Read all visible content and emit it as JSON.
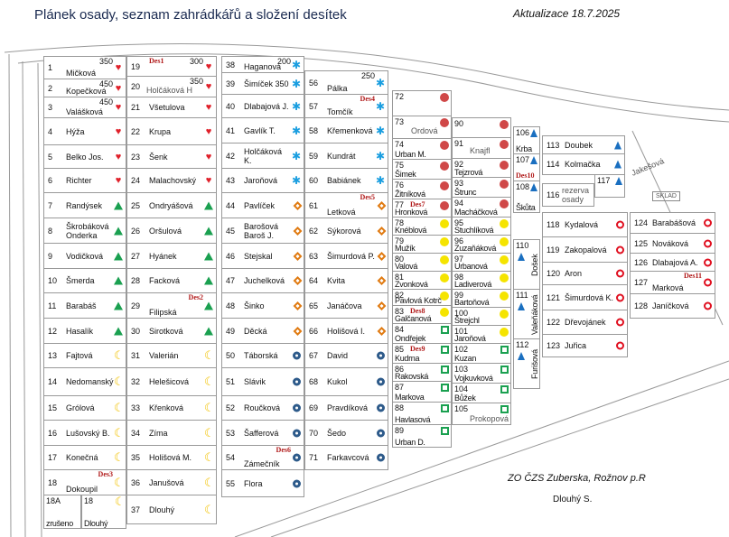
{
  "header": {
    "title": "Plánek osady, seznam zahrádkářů a složení desítek",
    "update": "Aktualizace 18.7.2025"
  },
  "footer": {
    "org": "ZO ČZS Zuberska, Rožnov p.R",
    "author": "Dlouhý S."
  },
  "icon_colors": {
    "heart": "#e0202a",
    "green-triangle": "#1aa050",
    "moon": "#f2c200",
    "asterisk": "#1a9ee0",
    "diamond": "#e07a10",
    "ring-blue": "#2d5a8a",
    "smiley": "#d04848",
    "yellow-dot": "#f5e400",
    "green-square": "#1aa050",
    "blue-triangle": "#1a6fc0",
    "red-ring": "#e01020"
  },
  "streets": [
    "Holčáková H",
    "Ordová",
    "Knajfl",
    "Prokopová",
    "Jakešová",
    "SKLAD",
    "rezerva osady"
  ],
  "columns": [
    [
      {
        "n": "1",
        "name": "Mičková",
        "extra": "350",
        "icon": "heart"
      },
      {
        "n": "2",
        "name": "Kopečková",
        "extra": "450",
        "icon": "heart"
      },
      {
        "n": "3",
        "name": "Valášková",
        "extra": "450",
        "icon": "heart"
      },
      {
        "n": "4",
        "name": "Hýža",
        "icon": "heart"
      },
      {
        "n": "5",
        "name": "Belko Jos.",
        "icon": "heart"
      },
      {
        "n": "6",
        "name": "Richter",
        "icon": "heart"
      },
      {
        "n": "7",
        "name": "Randýsek",
        "icon": "green-triangle"
      },
      {
        "n": "8",
        "name": "Škrobáková Onderka",
        "icon": "green-triangle"
      },
      {
        "n": "9",
        "name": "Vodičková",
        "icon": "green-triangle"
      },
      {
        "n": "10",
        "name": "Šmerda",
        "icon": "green-triangle"
      },
      {
        "n": "11",
        "name": "Barabáš",
        "icon": "green-triangle"
      },
      {
        "n": "12",
        "name": "Hasalík",
        "icon": "green-triangle"
      },
      {
        "n": "13",
        "name": "Fajtová",
        "icon": "moon"
      },
      {
        "n": "14",
        "name": "Nedomanský",
        "icon": "moon"
      },
      {
        "n": "15",
        "name": "Grólová",
        "icon": "moon"
      },
      {
        "n": "16",
        "name": "Lušovský B.",
        "icon": "moon"
      },
      {
        "n": "17",
        "name": "Konečná",
        "icon": "moon"
      },
      {
        "n": "18",
        "name": "Dokoupil",
        "des": "Des3",
        "icon": "moon"
      }
    ],
    [
      {
        "n": "19",
        "name": "",
        "extra": "300",
        "des": "Des1",
        "icon": "heart"
      },
      {
        "n": "20",
        "name": "",
        "extra": "350",
        "icon": "heart"
      },
      {
        "n": "21",
        "name": "Všetulova",
        "icon": "heart"
      },
      {
        "n": "22",
        "name": "Krupa",
        "icon": "heart"
      },
      {
        "n": "23",
        "name": "Šenk",
        "icon": "heart"
      },
      {
        "n": "24",
        "name": "Malachovský",
        "icon": "heart"
      },
      {
        "n": "25",
        "name": "Ondryášová",
        "icon": "green-triangle"
      },
      {
        "n": "26",
        "name": "Oršulová",
        "icon": "green-triangle"
      },
      {
        "n": "27",
        "name": "Hyánek",
        "icon": "green-triangle"
      },
      {
        "n": "28",
        "name": "Facková",
        "icon": "green-triangle"
      },
      {
        "n": "29",
        "name": "Filipská",
        "des": "Des2",
        "icon": "green-triangle"
      },
      {
        "n": "30",
        "name": "Sirotková",
        "icon": "green-triangle"
      },
      {
        "n": "31",
        "name": "Valerián",
        "icon": "moon"
      },
      {
        "n": "32",
        "name": "Helešicová",
        "icon": "moon"
      },
      {
        "n": "33",
        "name": "Křenková",
        "icon": "moon"
      },
      {
        "n": "34",
        "name": "Zíma",
        "icon": "moon"
      },
      {
        "n": "35",
        "name": "Holišová M.",
        "icon": "moon"
      },
      {
        "n": "36",
        "name": "Janušová",
        "icon": "moon"
      },
      {
        "n": "37",
        "name": "Dlouhý",
        "icon": "moon"
      }
    ],
    [
      {
        "n": "38",
        "name": "Haganová",
        "extra": "200",
        "icon": "asterisk"
      },
      {
        "n": "39",
        "name": "Šimíček 350",
        "icon": "asterisk"
      },
      {
        "n": "40",
        "name": "Dlabajová J.",
        "icon": "asterisk"
      },
      {
        "n": "41",
        "name": "Gavlík T.",
        "icon": "asterisk"
      },
      {
        "n": "42",
        "name": "Holčáková K.",
        "icon": "asterisk"
      },
      {
        "n": "43",
        "name": "Jaroňová",
        "icon": "asterisk"
      },
      {
        "n": "44",
        "name": "Pavlíček",
        "icon": "diamond"
      },
      {
        "n": "45",
        "name": "Barošová Baroš J.",
        "icon": "diamond"
      },
      {
        "n": "46",
        "name": "Stejskal",
        "icon": "diamond"
      },
      {
        "n": "47",
        "name": "Juchelková",
        "icon": "diamond"
      },
      {
        "n": "48",
        "name": "Šinko",
        "icon": "diamond"
      },
      {
        "n": "49",
        "name": "Děcká",
        "icon": "diamond"
      },
      {
        "n": "50",
        "name": "Táborská",
        "icon": "ring-blue"
      },
      {
        "n": "51",
        "name": "Slávik",
        "icon": "ring-blue"
      },
      {
        "n": "52",
        "name": "Roučková",
        "icon": "ring-blue"
      },
      {
        "n": "53",
        "name": "Šafferová",
        "icon": "ring-blue"
      },
      {
        "n": "54",
        "name": "Zámečník",
        "des": "Des6",
        "icon": "ring-blue"
      },
      {
        "n": "55",
        "name": "Flora",
        "icon": "ring-blue"
      }
    ],
    [
      {
        "n": "56",
        "name": "Pálka",
        "extra": "250",
        "icon": "asterisk"
      },
      {
        "n": "57",
        "name": "Tomčík",
        "des": "Des4",
        "icon": "asterisk"
      },
      {
        "n": "58",
        "name": "Křemenková",
        "icon": "asterisk"
      },
      {
        "n": "59",
        "name": "Kundrát",
        "icon": "asterisk"
      },
      {
        "n": "60",
        "name": "Babiánek",
        "icon": "asterisk"
      },
      {
        "n": "61",
        "name": "Letková",
        "des": "Des5",
        "icon": "diamond"
      },
      {
        "n": "62",
        "name": "Sýkorová",
        "icon": "diamond"
      },
      {
        "n": "63",
        "name": "Šimurdová P.",
        "icon": "diamond"
      },
      {
        "n": "64",
        "name": "Kvita",
        "icon": "diamond"
      },
      {
        "n": "65",
        "name": "Janáčova",
        "icon": "diamond"
      },
      {
        "n": "66",
        "name": "Holišová I.",
        "icon": "diamond"
      },
      {
        "n": "67",
        "name": "David",
        "icon": "ring-blue"
      },
      {
        "n": "68",
        "name": "Kukol",
        "icon": "ring-blue"
      },
      {
        "n": "69",
        "name": "Pravdíková",
        "icon": "ring-blue"
      },
      {
        "n": "70",
        "name": "Šedo",
        "icon": "ring-blue"
      },
      {
        "n": "71",
        "name": "Farkavcová",
        "icon": "ring-blue"
      }
    ],
    [
      {
        "n": "72",
        "name": "",
        "icon": "smiley"
      },
      {
        "n": "73",
        "name": "",
        "icon": "smiley"
      },
      {
        "n": "74",
        "name": "Urban M.",
        "icon": "smiley"
      },
      {
        "n": "75",
        "name": "Šimek",
        "icon": "smiley"
      },
      {
        "n": "76",
        "name": "Žitníková",
        "icon": "smiley"
      },
      {
        "n": "77",
        "name": "Hronková",
        "des": "Des7",
        "icon": "smiley"
      },
      {
        "n": "78",
        "name": "Knéblová",
        "icon": "yellow-dot"
      },
      {
        "n": "79",
        "name": "Mužík",
        "icon": "yellow-dot"
      },
      {
        "n": "80",
        "name": "Valová",
        "icon": "yellow-dot"
      },
      {
        "n": "81",
        "name": "Zvonková",
        "icon": "yellow-dot"
      },
      {
        "n": "82",
        "name": "Pavlová Kotrč",
        "icon": "yellow-dot"
      },
      {
        "n": "83",
        "name": "Galčanová",
        "des": "Des8",
        "icon": "yellow-dot"
      },
      {
        "n": "84",
        "name": "Ondřejek",
        "icon": "green-square"
      },
      {
        "n": "85",
        "name": "Kudrna",
        "des": "Des9",
        "icon": "green-square"
      },
      {
        "n": "86",
        "name": "Rakovská",
        "icon": "green-square"
      },
      {
        "n": "87",
        "name": "Markova",
        "icon": "green-square"
      },
      {
        "n": "88",
        "name": "Havlasová",
        "icon": "green-square"
      },
      {
        "n": "89",
        "name": "Urban D.",
        "icon": "green-square"
      }
    ],
    [
      {
        "n": "90",
        "name": "",
        "icon": "smiley"
      },
      {
        "n": "91",
        "name": "",
        "icon": "smiley"
      },
      {
        "n": "92",
        "name": "Tejzrová",
        "icon": "smiley"
      },
      {
        "n": "93",
        "name": "Štrunc",
        "icon": "smiley"
      },
      {
        "n": "94",
        "name": "Macháčková",
        "icon": "smiley"
      },
      {
        "n": "95",
        "name": "Stuchlíková",
        "icon": "yellow-dot"
      },
      {
        "n": "96",
        "name": "Zuzaňáková",
        "icon": "yellow-dot"
      },
      {
        "n": "97",
        "name": "Urbanová",
        "icon": "yellow-dot"
      },
      {
        "n": "98",
        "name": "Ladiverová",
        "icon": "yellow-dot"
      },
      {
        "n": "99",
        "name": "Bartoňová",
        "icon": "yellow-dot"
      },
      {
        "n": "100",
        "name": "Štrejchl",
        "icon": "yellow-dot"
      },
      {
        "n": "101",
        "name": "Jaroňová",
        "icon": "yellow-dot"
      },
      {
        "n": "102",
        "name": "Kuzan",
        "icon": "green-square"
      },
      {
        "n": "103",
        "name": "Vojkuvková",
        "icon": "green-square"
      },
      {
        "n": "104",
        "name": "Bůžek",
        "icon": "green-square"
      },
      {
        "n": "105",
        "name": "",
        "icon": "green-square"
      }
    ],
    [
      {
        "n": "106",
        "name": "Krba",
        "icon": "blue-triangle"
      },
      {
        "n": "107",
        "name": "",
        "des": "Des10",
        "icon": "blue-triangle"
      },
      {
        "n": "108",
        "name": "Škůta",
        "icon": "blue-triangle"
      }
    ],
    [
      {
        "n": "110",
        "name": "Došek",
        "icon": "blue-triangle"
      },
      {
        "n": "111",
        "name": "Valeňáková",
        "icon": "blue-triangle"
      },
      {
        "n": "112",
        "name": "Furišová",
        "icon": "blue-triangle"
      }
    ],
    [
      {
        "n": "113",
        "name": "Doubek",
        "icon": "blue-triangle"
      },
      {
        "n": "114",
        "name": "Kolmačka",
        "icon": "blue-triangle"
      }
    ],
    [
      {
        "n": "116",
        "name": ""
      }
    ],
    [
      {
        "n": "117",
        "name": "",
        "icon": "blue-triangle"
      }
    ],
    [
      {
        "n": "118",
        "name": "Kydalová",
        "icon": "red-ring"
      },
      {
        "n": "119",
        "name": "Zakopalová",
        "icon": "red-ring"
      },
      {
        "n": "120",
        "name": "Aron",
        "icon": "red-ring"
      },
      {
        "n": "121",
        "name": "Šimurdová K.",
        "icon": "red-ring"
      },
      {
        "n": "122",
        "name": "Dřevojánek",
        "icon": "red-ring"
      },
      {
        "n": "123",
        "name": "Juřica",
        "icon": "red-ring"
      }
    ],
    [
      {
        "n": "124",
        "name": "Barabášová",
        "icon": "red-ring"
      },
      {
        "n": "125",
        "name": "Nováková",
        "icon": "red-ring"
      },
      {
        "n": "126",
        "name": "Dlabajová A.",
        "icon": "red-ring"
      },
      {
        "n": "127",
        "name": "Marková",
        "des": "Des11",
        "icon": "red-ring"
      },
      {
        "n": "128",
        "name": "Janíčková",
        "icon": "red-ring"
      }
    ],
    [
      {
        "n": "18A",
        "name": "zrušeno"
      }
    ],
    [
      {
        "n": "18",
        "name": "Dlouhý",
        "icon": "moon"
      }
    ]
  ]
}
